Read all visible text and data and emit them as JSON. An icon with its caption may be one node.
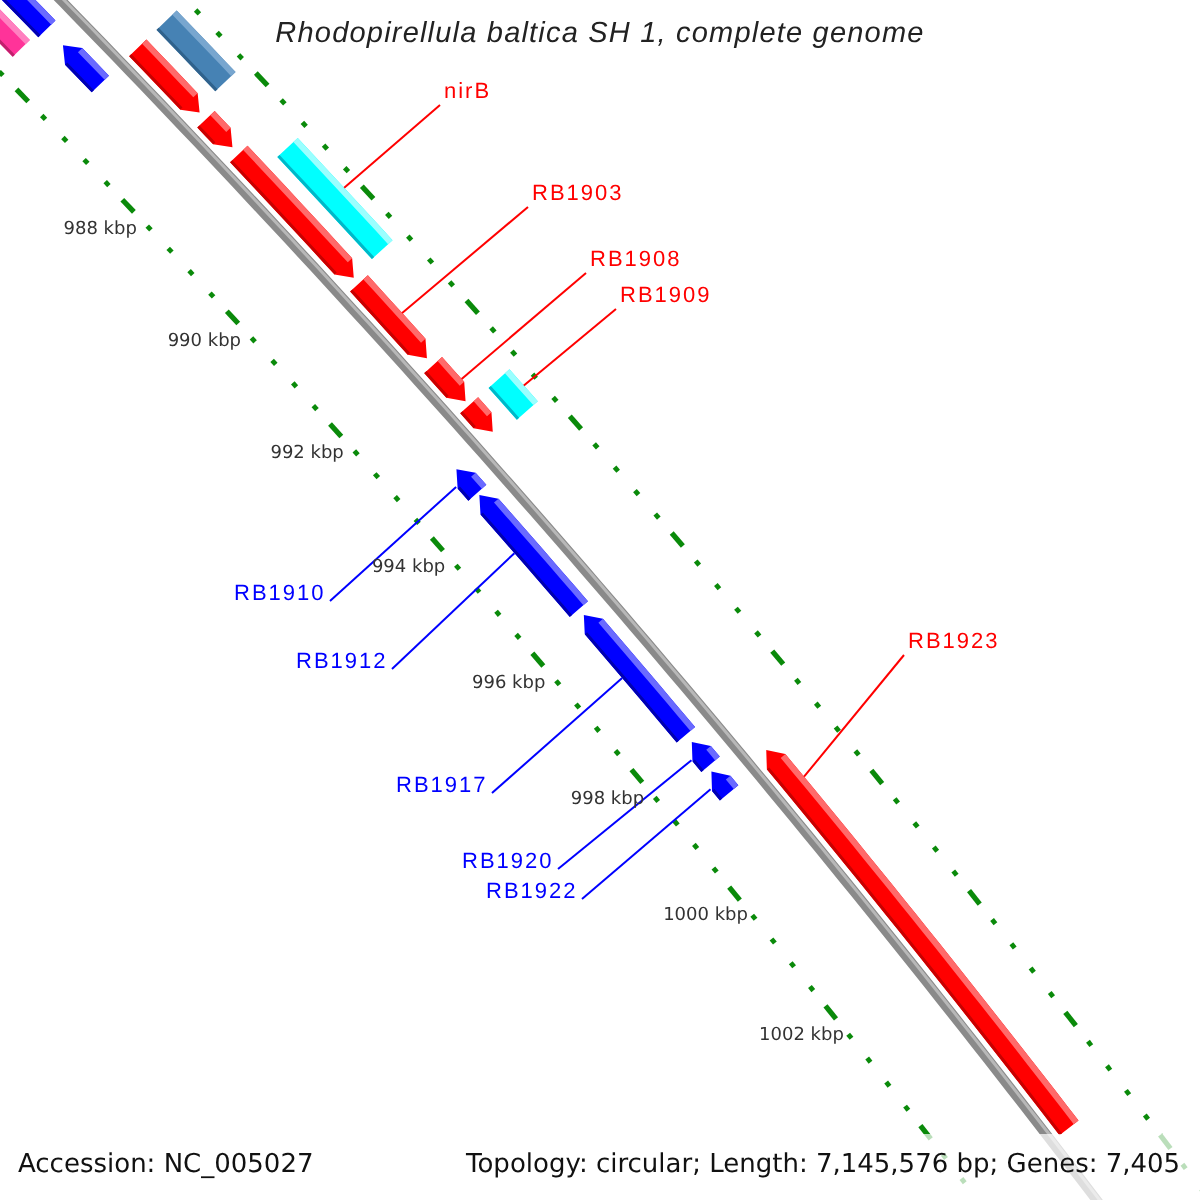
{
  "diagram": {
    "title": "Rhodopirellula baltica SH 1, complete genome",
    "nodes": [
      {
        "text": [],
        "shape": "pentagon"
      },
      {
        "text": [],
        "shape": "pentagon"
      },
      {
        "text": [],
        "shape": "pentagon"
      },
      {
        "text": [],
        "shape": "pentagon"
      },
      {
        "text": [],
        "shape": "bar"
      },
      {
        "text": [],
        "shape": "pentagon"
      },
      {
        "text": [],
        "shape": "pentagon"
      },
      {
        "text": [],
        "shape": "bar"
      },
      {
        "text": [],
        "shape": "pentagon"
      },
      {
        "text": [],
        "shape": "pentagon"
      },
      {
        "text": [],
        "shape": "bar"
      },
      {
        "text": [],
        "shape": "pentagon"
      },
      {
        "text": [],
        "shape": "pentagon"
      },
      {
        "text": [],
        "shape": "pentagon"
      },
      {
        "text": [],
        "shape": "pentagon"
      },
      {
        "text": [],
        "shape": "pentagon"
      },
      {
        "text": [],
        "shape": "pentagon"
      },
      {
        "text": [],
        "shape": "pentagon"
      },
      {
        "text": [
          "nirB"
        ]
      },
      {
        "text": [
          "RB1903"
        ]
      },
      {
        "text": [
          "RB1908"
        ]
      },
      {
        "text": [
          "RB1909"
        ]
      },
      {
        "text": [
          "RB1910"
        ]
      },
      {
        "text": [
          "RB1912"
        ]
      },
      {
        "text": [
          "RB1917"
        ]
      },
      {
        "text": [
          "RB1920"
        ]
      },
      {
        "text": [
          "RB1922"
        ]
      },
      {
        "text": [
          "RB1923"
        ]
      }
    ],
    "edges": [
      {
        "from": 18,
        "to": 7,
        "arrow": "none",
        "color": "#ff0000"
      },
      {
        "from": 19,
        "to": 8,
        "arrow": "none",
        "color": "#ff0000"
      },
      {
        "from": 20,
        "to": 9,
        "arrow": "none",
        "color": "#ff0000"
      },
      {
        "from": 21,
        "to": 10,
        "arrow": "none",
        "color": "#ff0000"
      },
      {
        "from": 22,
        "to": 12,
        "arrow": "none",
        "color": "#0000ff"
      },
      {
        "from": 23,
        "to": 13,
        "arrow": "none",
        "color": "#0000ff"
      },
      {
        "from": 24,
        "to": 14,
        "arrow": "none",
        "color": "#0000ff"
      },
      {
        "from": 25,
        "to": 15,
        "arrow": "none",
        "color": "#0000ff"
      },
      {
        "from": 26,
        "to": 16,
        "arrow": "none",
        "color": "#0000ff"
      },
      {
        "from": 27,
        "to": 17,
        "arrow": "none",
        "color": "#ff0000"
      }
    ],
    "labels": [
      "988 kbp",
      "990 kbp",
      "992 kbp",
      "994 kbp",
      "996 kbp",
      "998 kbp",
      "1000 kbp",
      "1002 kbp",
      "Accession: NC_005027",
      "Topology: circular; Length: 7,145,576 bp; Genes: 7,405"
    ]
  }
}
